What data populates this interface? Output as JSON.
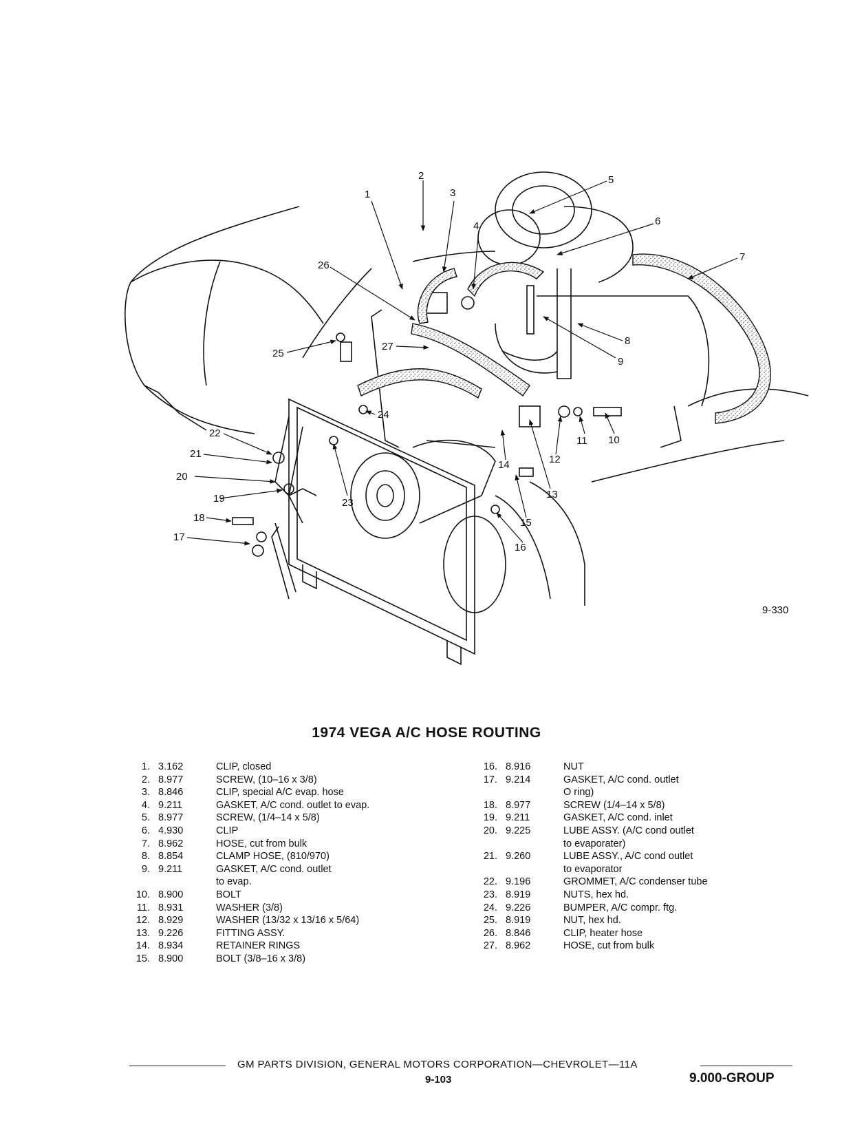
{
  "figure": {
    "number": "9-330",
    "callouts": [
      "1",
      "2",
      "3",
      "4",
      "5",
      "6",
      "7",
      "8",
      "9",
      "10",
      "11",
      "12",
      "13",
      "14",
      "15",
      "16",
      "17",
      "18",
      "19",
      "20",
      "21",
      "22",
      "23",
      "24",
      "25",
      "26",
      "27"
    ]
  },
  "title": "1974 VEGA A/C HOSE ROUTING",
  "parts_left": [
    {
      "num": "1.",
      "code": "3.162",
      "desc": "CLIP, closed"
    },
    {
      "num": "2.",
      "code": "8.977",
      "desc": "SCREW, (10–16 x 3/8)"
    },
    {
      "num": "3.",
      "code": "8.846",
      "desc": "CLIP, special A/C evap. hose"
    },
    {
      "num": "4.",
      "code": "9.211",
      "desc": "GASKET, A/C cond. outlet to evap."
    },
    {
      "num": "5.",
      "code": "8.977",
      "desc": "SCREW, (1/4–14 x 5/8)"
    },
    {
      "num": "6.",
      "code": "4.930",
      "desc": "CLIP"
    },
    {
      "num": "7.",
      "code": "8.962",
      "desc": "HOSE, cut from bulk"
    },
    {
      "num": "8.",
      "code": "8.854",
      "desc": "CLAMP HOSE, (810/970)"
    },
    {
      "num": "9.",
      "code": "9.211",
      "desc": "GASKET, A/C cond. outlet",
      "cont": "to evap."
    },
    {
      "num": "10.",
      "code": "8.900",
      "desc": "BOLT"
    },
    {
      "num": "11.",
      "code": "8.931",
      "desc": "WASHER (3/8)"
    },
    {
      "num": "12.",
      "code": "8.929",
      "desc": "WASHER (13/32 x 13/16 x 5/64)"
    },
    {
      "num": "13.",
      "code": "9.226",
      "desc": "FITTING ASSY."
    },
    {
      "num": "14.",
      "code": "8.934",
      "desc": "RETAINER RINGS"
    },
    {
      "num": "15.",
      "code": "8.900",
      "desc": "BOLT (3/8–16 x 3/8)"
    }
  ],
  "parts_right": [
    {
      "num": "16.",
      "code": "8.916",
      "desc": "NUT"
    },
    {
      "num": "17.",
      "code": "9.214",
      "desc": "GASKET, A/C cond. outlet",
      "cont": "O ring)"
    },
    {
      "num": "18.",
      "code": "8.977",
      "desc": "SCREW (1/4–14 x 5/8)"
    },
    {
      "num": "19.",
      "code": "9.211",
      "desc": "GASKET, A/C cond. inlet"
    },
    {
      "num": "20.",
      "code": "9.225",
      "desc": "LUBE ASSY. (A/C cond outlet",
      "cont": "to evaporater)"
    },
    {
      "num": "21.",
      "code": "9.260",
      "desc": "LUBE ASSY., A/C cond outlet",
      "cont": "to evaporator"
    },
    {
      "num": "22.",
      "code": "9.196",
      "desc": "GROMMET, A/C condenser tube"
    },
    {
      "num": "23.",
      "code": "8.919",
      "desc": "NUTS, hex hd."
    },
    {
      "num": "24.",
      "code": "9.226",
      "desc": "BUMPER, A/C compr. ftg."
    },
    {
      "num": "25.",
      "code": "8.919",
      "desc": "NUT, hex hd."
    },
    {
      "num": "26.",
      "code": "8.846",
      "desc": "CLIP, heater hose"
    },
    {
      "num": "27.",
      "code": "8.962",
      "desc": "HOSE, cut from bulk"
    }
  ],
  "footer": {
    "text": "GM PARTS DIVISION, GENERAL MOTORS CORPORATION—CHEVROLET—11A",
    "page": "9-103",
    "group": "9.000-GROUP"
  }
}
